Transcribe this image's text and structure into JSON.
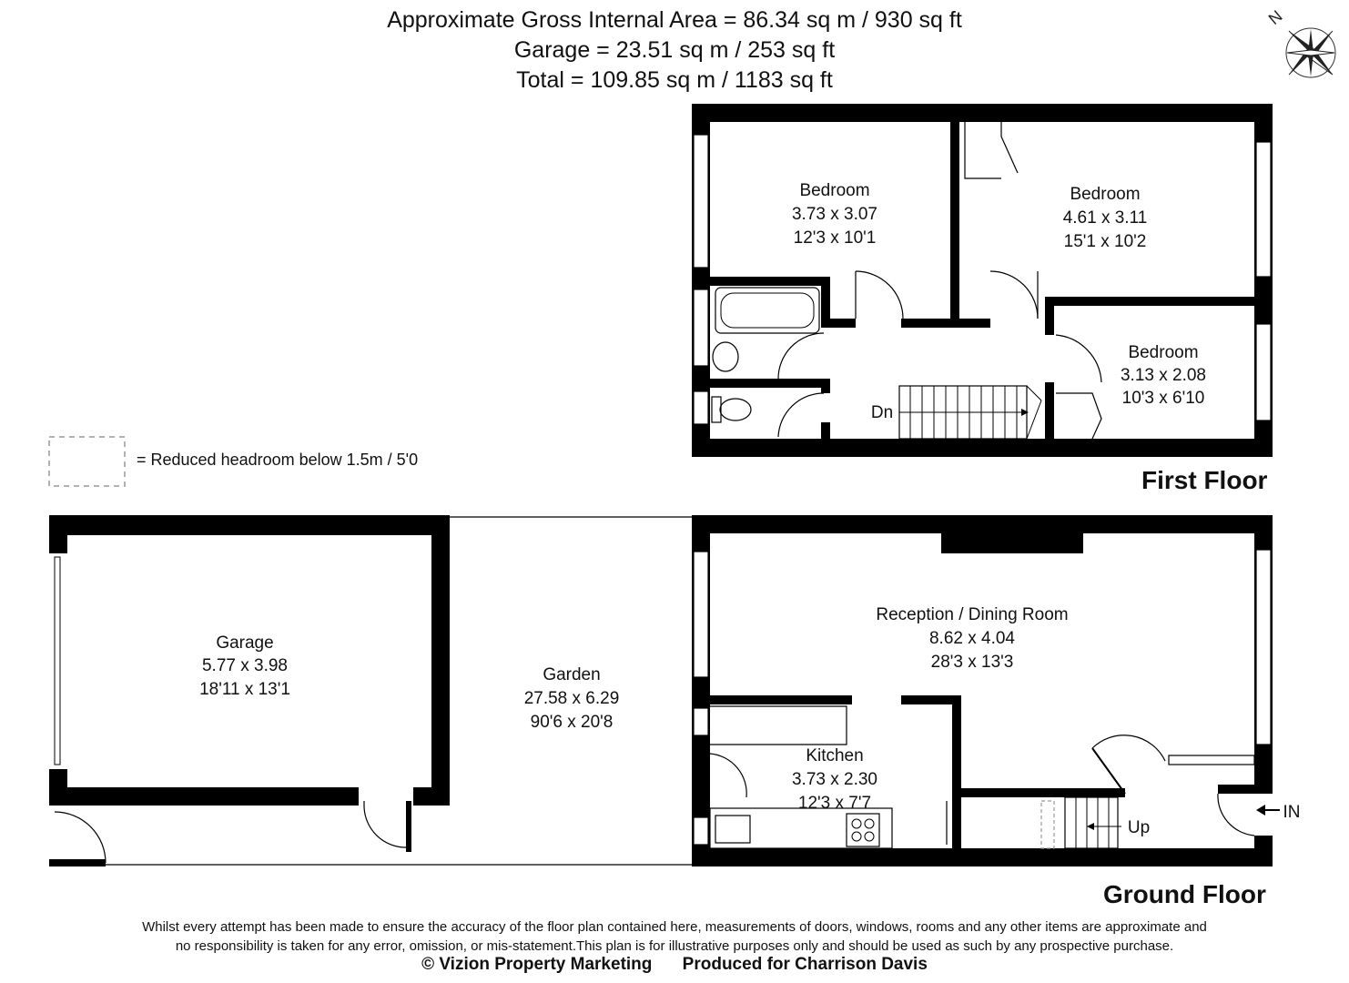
{
  "header": {
    "gross_area": "Approximate Gross Internal Area = 86.34 sq m / 930 sq ft",
    "garage_area": "Garage = 23.51 sq m / 253 sq ft",
    "total_area": "Total = 109.85 sq m / 1183 sq ft"
  },
  "compass": {
    "north_label": "N"
  },
  "legend": {
    "text": "= Reduced headroom below 1.5m / 5'0"
  },
  "floors": {
    "first": {
      "title": "First Floor",
      "rooms": [
        {
          "name": "Bedroom",
          "metric": "3.73 x 3.07",
          "imperial": "12'3 x 10'1"
        },
        {
          "name": "Bedroom",
          "metric": "4.61 x 3.11",
          "imperial": "15'1 x 10'2"
        },
        {
          "name": "Bedroom",
          "metric": "3.13 x 2.08",
          "imperial": "10'3 x 6'10"
        }
      ],
      "stairs_label": "Dn"
    },
    "ground": {
      "title": "Ground Floor",
      "rooms": [
        {
          "name": "Garage",
          "metric": "5.77 x 3.98",
          "imperial": "18'11 x 13'1"
        },
        {
          "name": "Garden",
          "metric": "27.58 x 6.29",
          "imperial": "90'6 x 20'8"
        },
        {
          "name": "Reception / Dining Room",
          "metric": "8.62 x 4.04",
          "imperial": "28'3 x 13'3"
        },
        {
          "name": "Kitchen",
          "metric": "3.73 x 2.30",
          "imperial": "12'3 x 7'7"
        }
      ],
      "stairs_label": "Up",
      "entrance_label": "IN"
    }
  },
  "footer": {
    "disclaimer_line1": "Whilst every attempt has been made to ensure the accuracy of the floor plan contained here, measurements of doors, windows, rooms and any other items are approximate and",
    "disclaimer_line2": "no responsibility is taken for any error, omission, or mis-statement.This plan is for illustrative purposes only and should be used as such by any prospective purchase.",
    "copyright": "© Vizion Property Marketing",
    "produced_for": "Produced for Charrison Davis"
  },
  "colors": {
    "wall": "#000000",
    "background": "#ffffff",
    "window": "#ffffff"
  }
}
